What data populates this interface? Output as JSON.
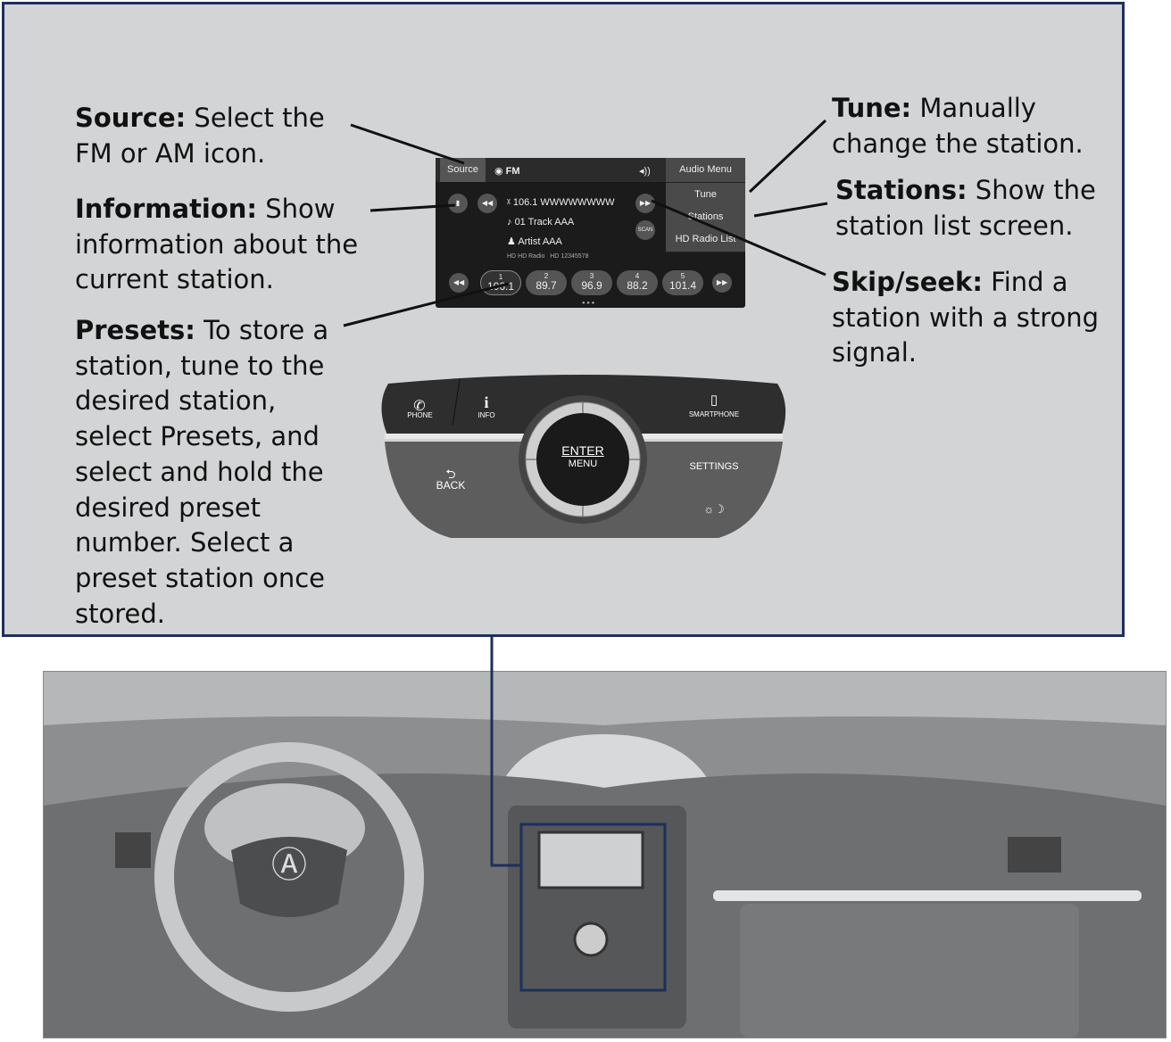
{
  "callouts": {
    "source": {
      "term": "Source:",
      "text": " Select the FM or AM icon."
    },
    "information": {
      "term": "Information:",
      "text": " Show information about the current station."
    },
    "presets": {
      "term": "Presets:",
      "text": " To store a station, tune to the desired station, select Presets, and select and hold the desired preset number. Select a preset station once stored."
    },
    "tune": {
      "term": "Tune:",
      "text": " Manually change the station."
    },
    "stations": {
      "term": "Stations:",
      "text": " Show the station list screen."
    },
    "skip": {
      "term": "Skip/seek:",
      "text": " Find a station with a strong signal."
    }
  },
  "screen": {
    "source": "Source",
    "band": "FM",
    "audio_menu": "Audio Menu",
    "menu_items": [
      "Tune",
      "Stations",
      "HD Radio List"
    ],
    "station": "106.1 WWWWWWWW",
    "track": "01 Track AAA",
    "artist": "Artist AAA",
    "hd_label": "HD Radio",
    "hd_channels": "12345578",
    "scan": "SCAN",
    "presets": [
      {
        "n": "1",
        "f": "106.1"
      },
      {
        "n": "2",
        "f": "89.7"
      },
      {
        "n": "3",
        "f": "96.9"
      },
      {
        "n": "4",
        "f": "88.2"
      },
      {
        "n": "5",
        "f": "101.4"
      }
    ]
  },
  "panel": {
    "phone": "PHONE",
    "info": "INFO",
    "smartphone": "SMARTPHONE",
    "enter": "ENTER",
    "menu": "MENU",
    "back": "BACK",
    "settings": "SETTINGS"
  },
  "colors": {
    "frame": "#1d2f5c",
    "callout_bg": "#d3d4d5"
  }
}
